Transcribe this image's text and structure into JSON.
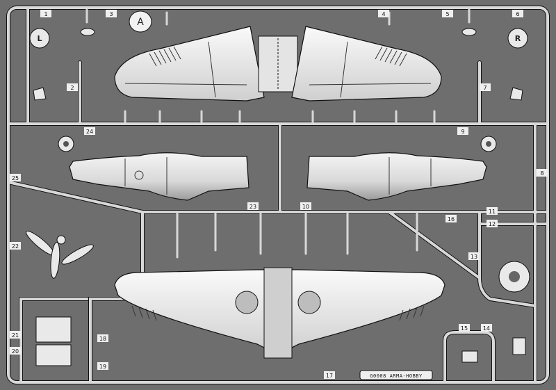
{
  "sprue": {
    "letter": "A",
    "maker_text": "G0008 ARMA-HOBBY",
    "side_left": "L",
    "side_right": "R"
  },
  "parts": {
    "p1": "1",
    "p2": "2",
    "p3": "3",
    "p4": "4",
    "p5": "5",
    "p6": "6",
    "p7": "7",
    "p8": "8",
    "p9": "9",
    "p10": "10",
    "p11": "11",
    "p12": "12",
    "p13": "13",
    "p14": "14",
    "p15": "15",
    "p16": "16",
    "p17": "17",
    "p18": "18",
    "p19": "19",
    "p20": "20",
    "p21": "21",
    "p22": "22",
    "p23": "23",
    "p24": "24",
    "p25": "25"
  },
  "colors": {
    "background": "#6e6e6e",
    "runner": "#d8d8d8",
    "part_fill": "#e9e9e9",
    "outline": "#111111"
  }
}
